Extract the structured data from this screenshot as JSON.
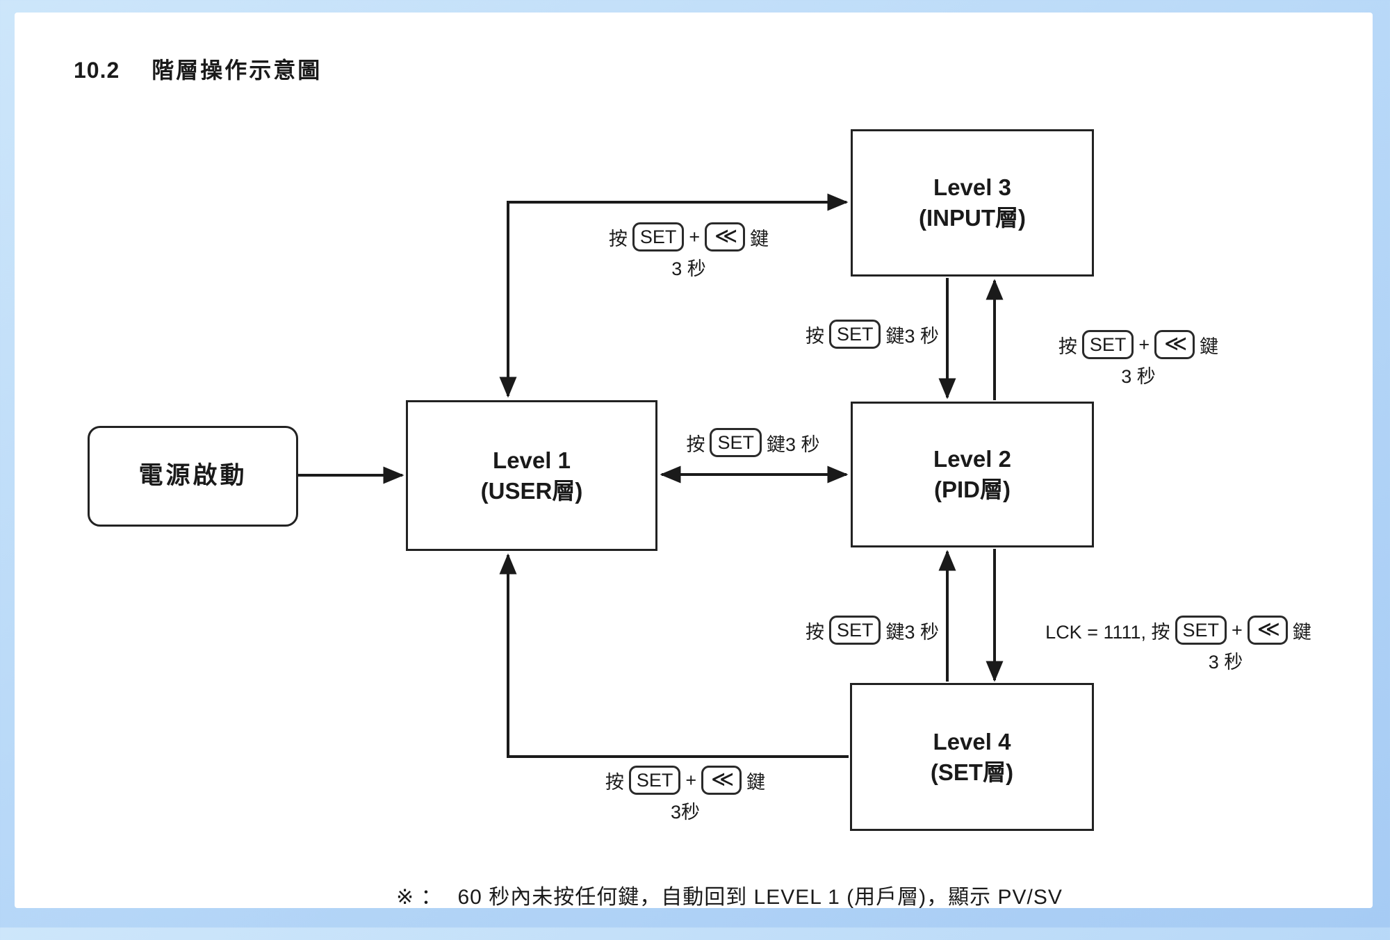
{
  "header": {
    "section_number": "10.2",
    "title": "階層操作示意圖"
  },
  "nodes": {
    "power": {
      "label": "電源啟動"
    },
    "level1": {
      "name": "Level 1",
      "layer": "(USER層)"
    },
    "level2": {
      "name": "Level 2",
      "layer": "(PID層)"
    },
    "level3": {
      "name": "Level 3",
      "layer": "(INPUT層)"
    },
    "level4": {
      "name": "Level 4",
      "layer": "(SET層)"
    }
  },
  "edge_labels": {
    "l1_to_l3": {
      "press": "按",
      "key_set": "SET",
      "plus": "+",
      "key_shift": "≪",
      "suffix": "鍵",
      "duration": "3 秒"
    },
    "l3_to_l2": {
      "press": "按",
      "key_set": "SET",
      "suffix": "鍵3 秒"
    },
    "l2_to_l3": {
      "press": "按",
      "key_set": "SET",
      "plus": "+",
      "key_shift": "≪",
      "suffix": "鍵",
      "duration": "3 秒"
    },
    "l1_l2": {
      "press": "按",
      "key_set": "SET",
      "suffix": "鍵3 秒"
    },
    "l4_to_l2": {
      "press": "按",
      "key_set": "SET",
      "suffix": "鍵3 秒"
    },
    "l2_to_l4": {
      "press": "LCK = 1111, 按",
      "key_set": "SET",
      "plus": "+",
      "key_shift": "≪",
      "suffix": "鍵",
      "duration": "3 秒"
    },
    "l4_to_l1": {
      "press": "按",
      "key_set": "SET",
      "plus": "+",
      "key_shift": "≪",
      "suffix": "鍵",
      "duration": "3秒"
    }
  },
  "footnote": {
    "marker": "※ ：",
    "text": "60 秒內未按任何鍵，自動回到 LEVEL 1 (用戶層)，顯示 PV/SV"
  },
  "colors": {
    "page_border_blue": "#aecff5",
    "ink": "#1a1a1a",
    "page_background": "#ffffff"
  }
}
